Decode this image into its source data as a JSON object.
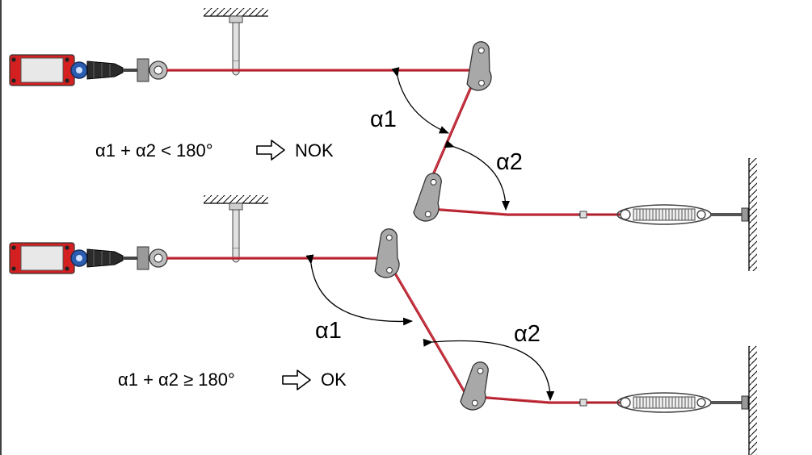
{
  "diagrams": [
    {
      "id": "nok",
      "angle_label_1": "α1",
      "angle_label_2": "α2",
      "condition_text": "α1 + α2 < 180°",
      "result_text": "NOK"
    },
    {
      "id": "ok",
      "angle_label_1": "α1",
      "angle_label_2": "α2",
      "condition_text": "α1 + α2 ≥ 180°",
      "result_text": "OK"
    }
  ],
  "colors": {
    "rope": "#b01e2a",
    "rope_highlight": "#e05060",
    "switch_body": "#d42020",
    "pulley": "#a8a8a8",
    "hardware": "#555555"
  }
}
